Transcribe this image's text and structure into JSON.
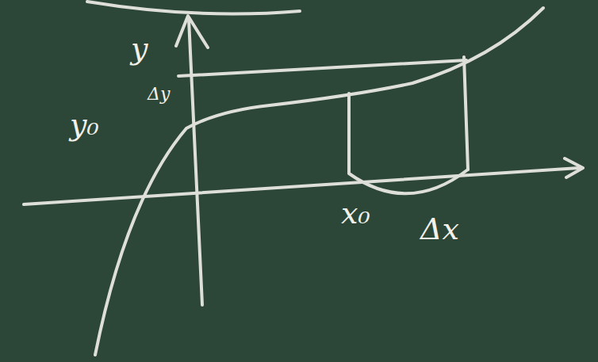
{
  "diagram": {
    "labels": [
      "y",
      "y₀",
      "Δy",
      "x₀",
      "Δx"
    ]
  }
}
